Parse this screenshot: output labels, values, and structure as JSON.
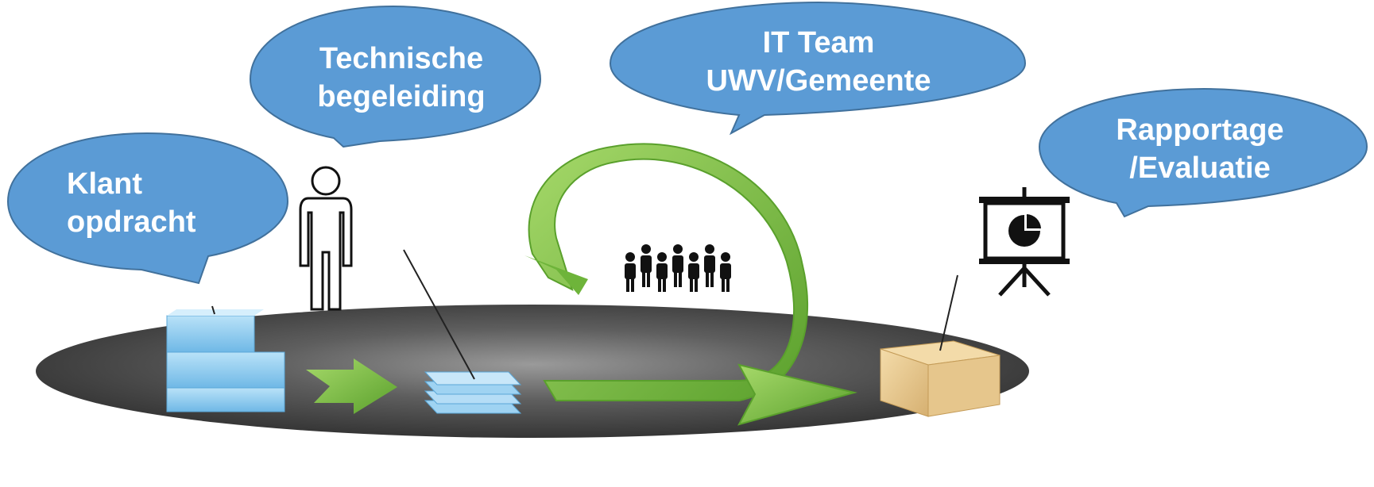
{
  "bubbles": {
    "klant": {
      "line1": "Klant",
      "line2": "opdracht"
    },
    "technische": {
      "line1": "Technische",
      "line2": "begeleiding"
    },
    "it_team": {
      "line1": "IT Team",
      "line2": "UWV/Gemeente"
    },
    "rapportage": {
      "line1": "Rapportage",
      "line2": "/Evaluatie"
    }
  },
  "colors": {
    "bubble_fill": "#5b9bd5",
    "bubble_stroke": "#41719c",
    "arrow_green": "#7cc242",
    "platform_gray": "#5a5a5a",
    "box_blue": "#8ccbf0",
    "cardboard": "#e8c98f"
  },
  "icons": [
    "person-outline-icon",
    "team-people-icon",
    "presentation-board-icon",
    "cycle-arrow-icon"
  ]
}
